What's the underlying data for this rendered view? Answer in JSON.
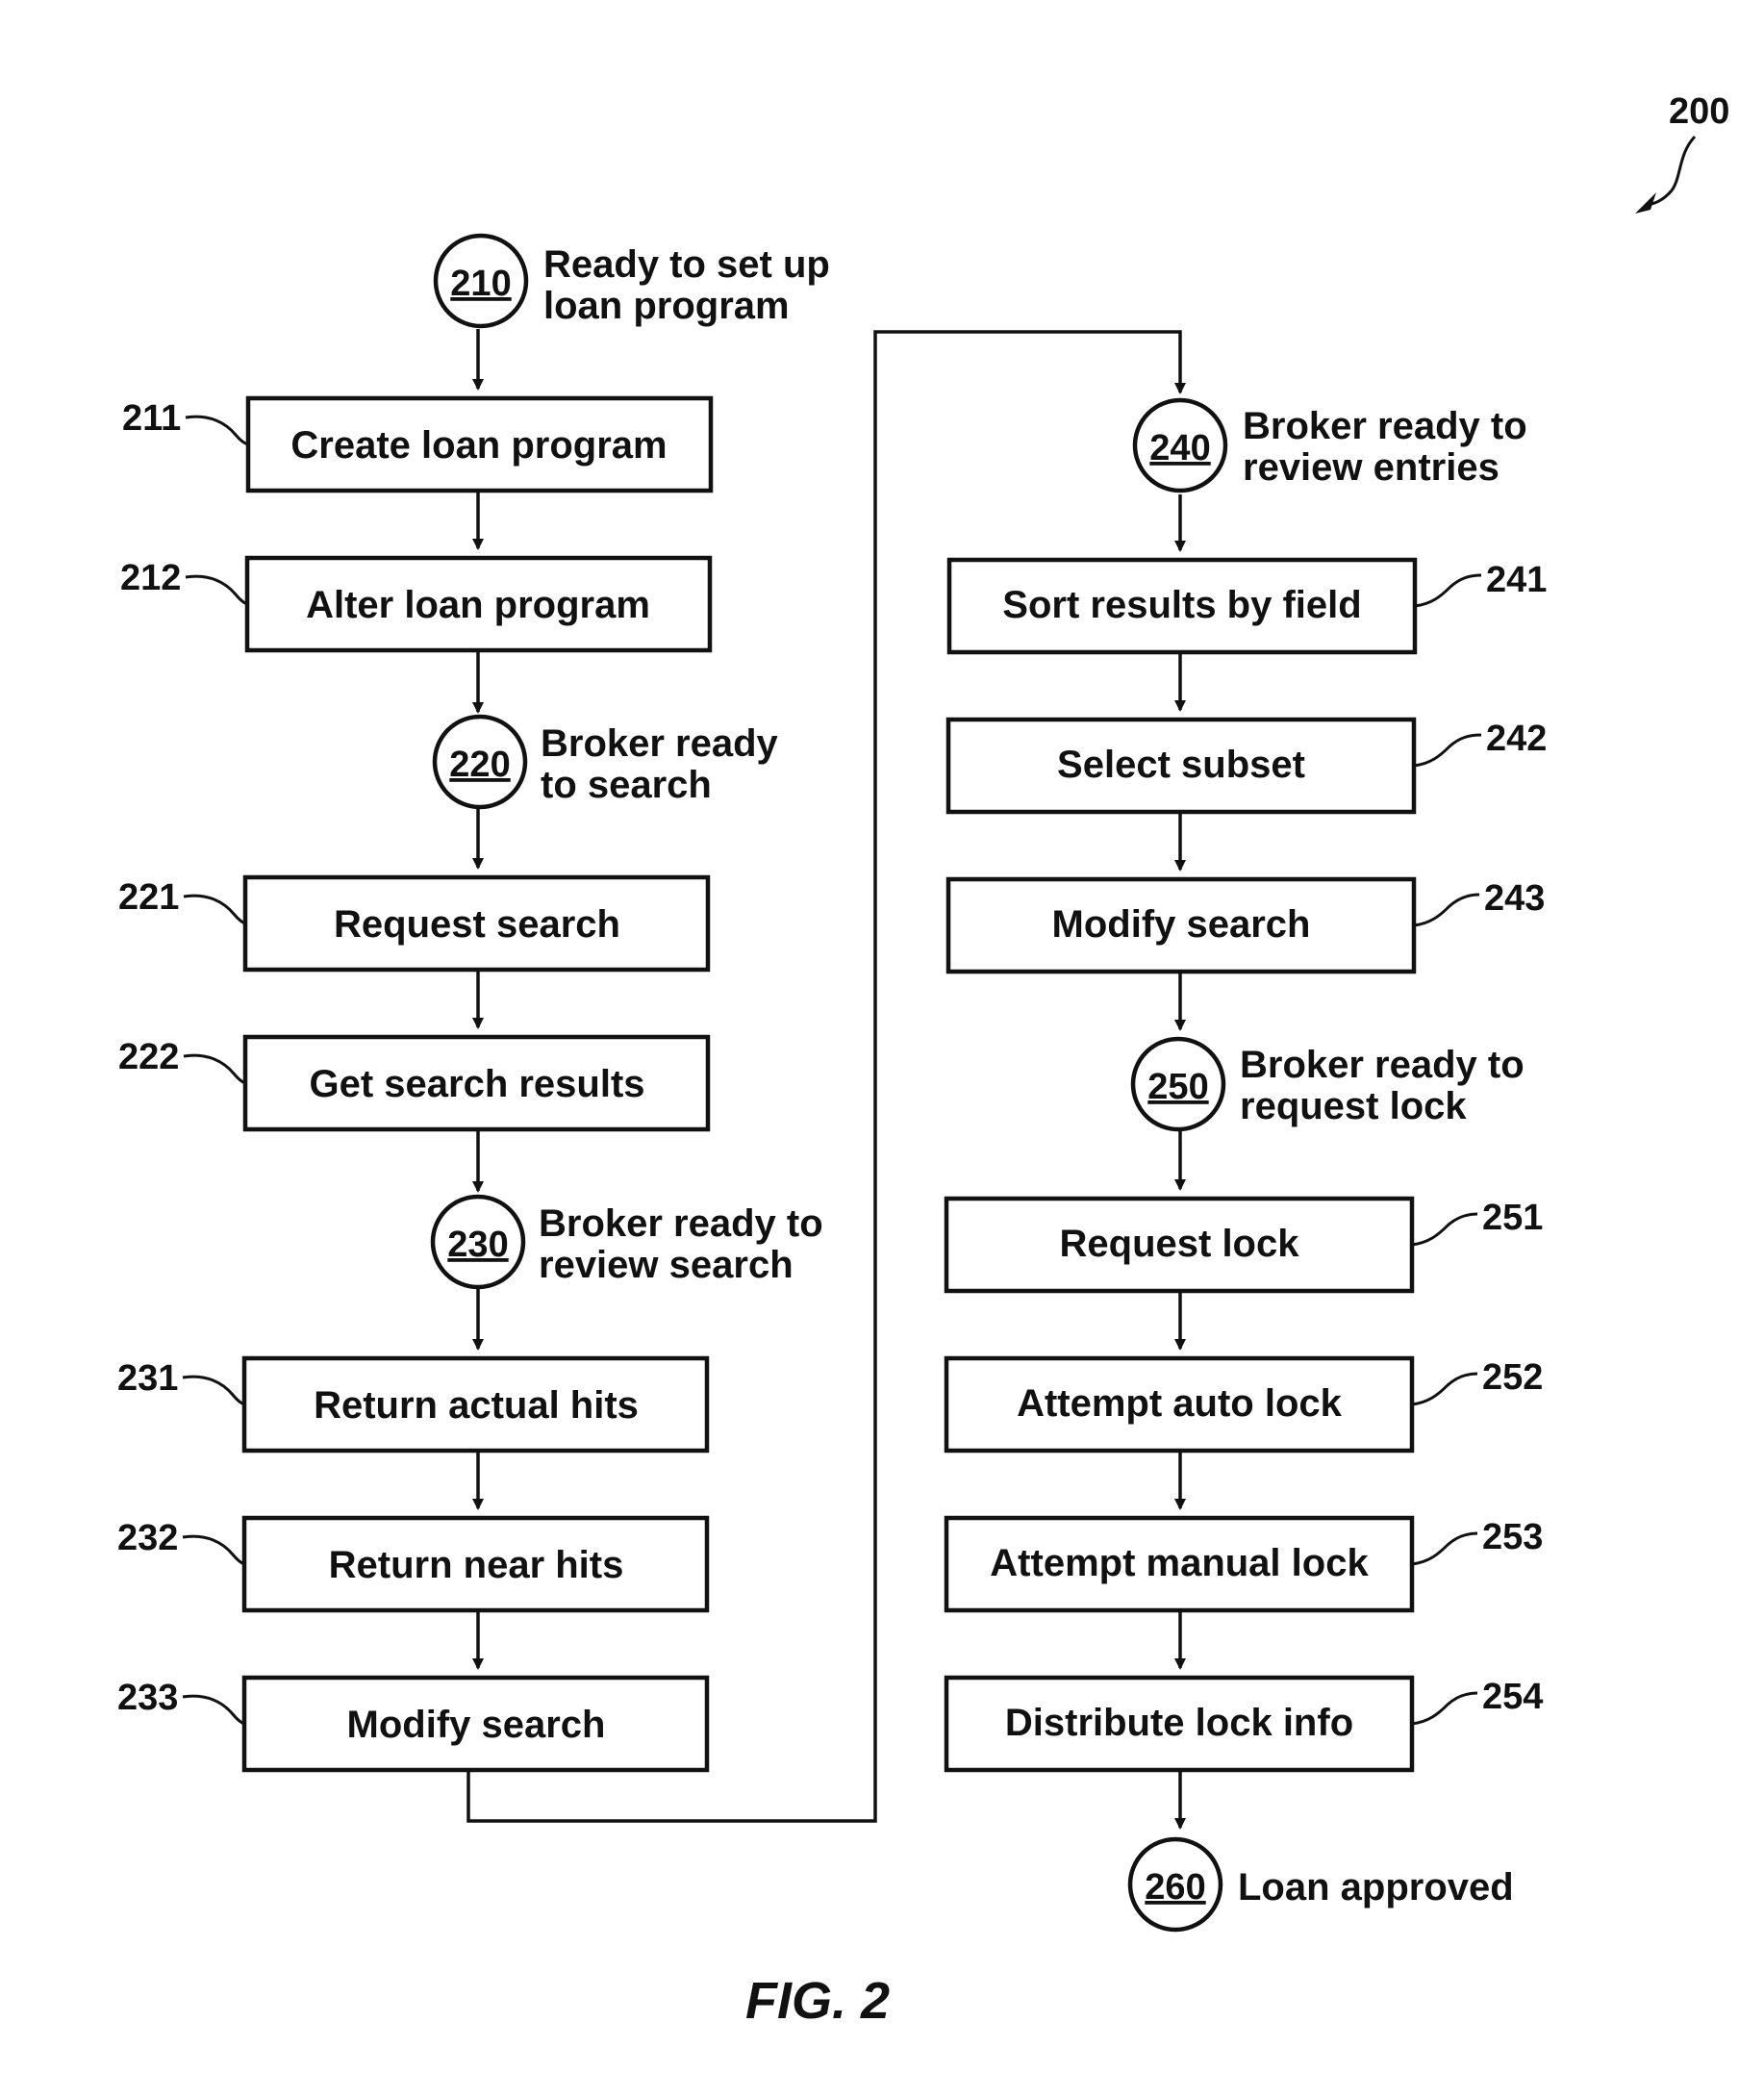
{
  "figure": {
    "reference": "200",
    "caption": "FIG. 2"
  },
  "nodes": [
    {
      "id": "210",
      "label_lines": [
        "Ready to set up",
        "loan program"
      ]
    },
    {
      "id": "220",
      "label_lines": [
        "Broker ready",
        "to search"
      ]
    },
    {
      "id": "230",
      "label_lines": [
        "Broker ready to",
        "review search"
      ]
    },
    {
      "id": "240",
      "label_lines": [
        "Broker ready to",
        "review entries"
      ]
    },
    {
      "id": "250",
      "label_lines": [
        "Broker ready to",
        "request lock"
      ]
    },
    {
      "id": "260",
      "label_lines": [
        "Loan approved"
      ]
    }
  ],
  "steps": [
    {
      "ref": "211",
      "label": "Create loan program"
    },
    {
      "ref": "212",
      "label": "Alter loan program"
    },
    {
      "ref": "221",
      "label": "Request search"
    },
    {
      "ref": "222",
      "label": "Get search results"
    },
    {
      "ref": "231",
      "label": "Return actual hits"
    },
    {
      "ref": "232",
      "label": "Return near hits"
    },
    {
      "ref": "233",
      "label": "Modify search"
    },
    {
      "ref": "241",
      "label": "Sort results by field"
    },
    {
      "ref": "242",
      "label": "Select subset"
    },
    {
      "ref": "243",
      "label": "Modify search"
    },
    {
      "ref": "251",
      "label": "Request lock"
    },
    {
      "ref": "252",
      "label": "Attempt auto lock"
    },
    {
      "ref": "253",
      "label": "Attempt manual lock"
    },
    {
      "ref": "254",
      "label": "Distribute lock info"
    }
  ]
}
